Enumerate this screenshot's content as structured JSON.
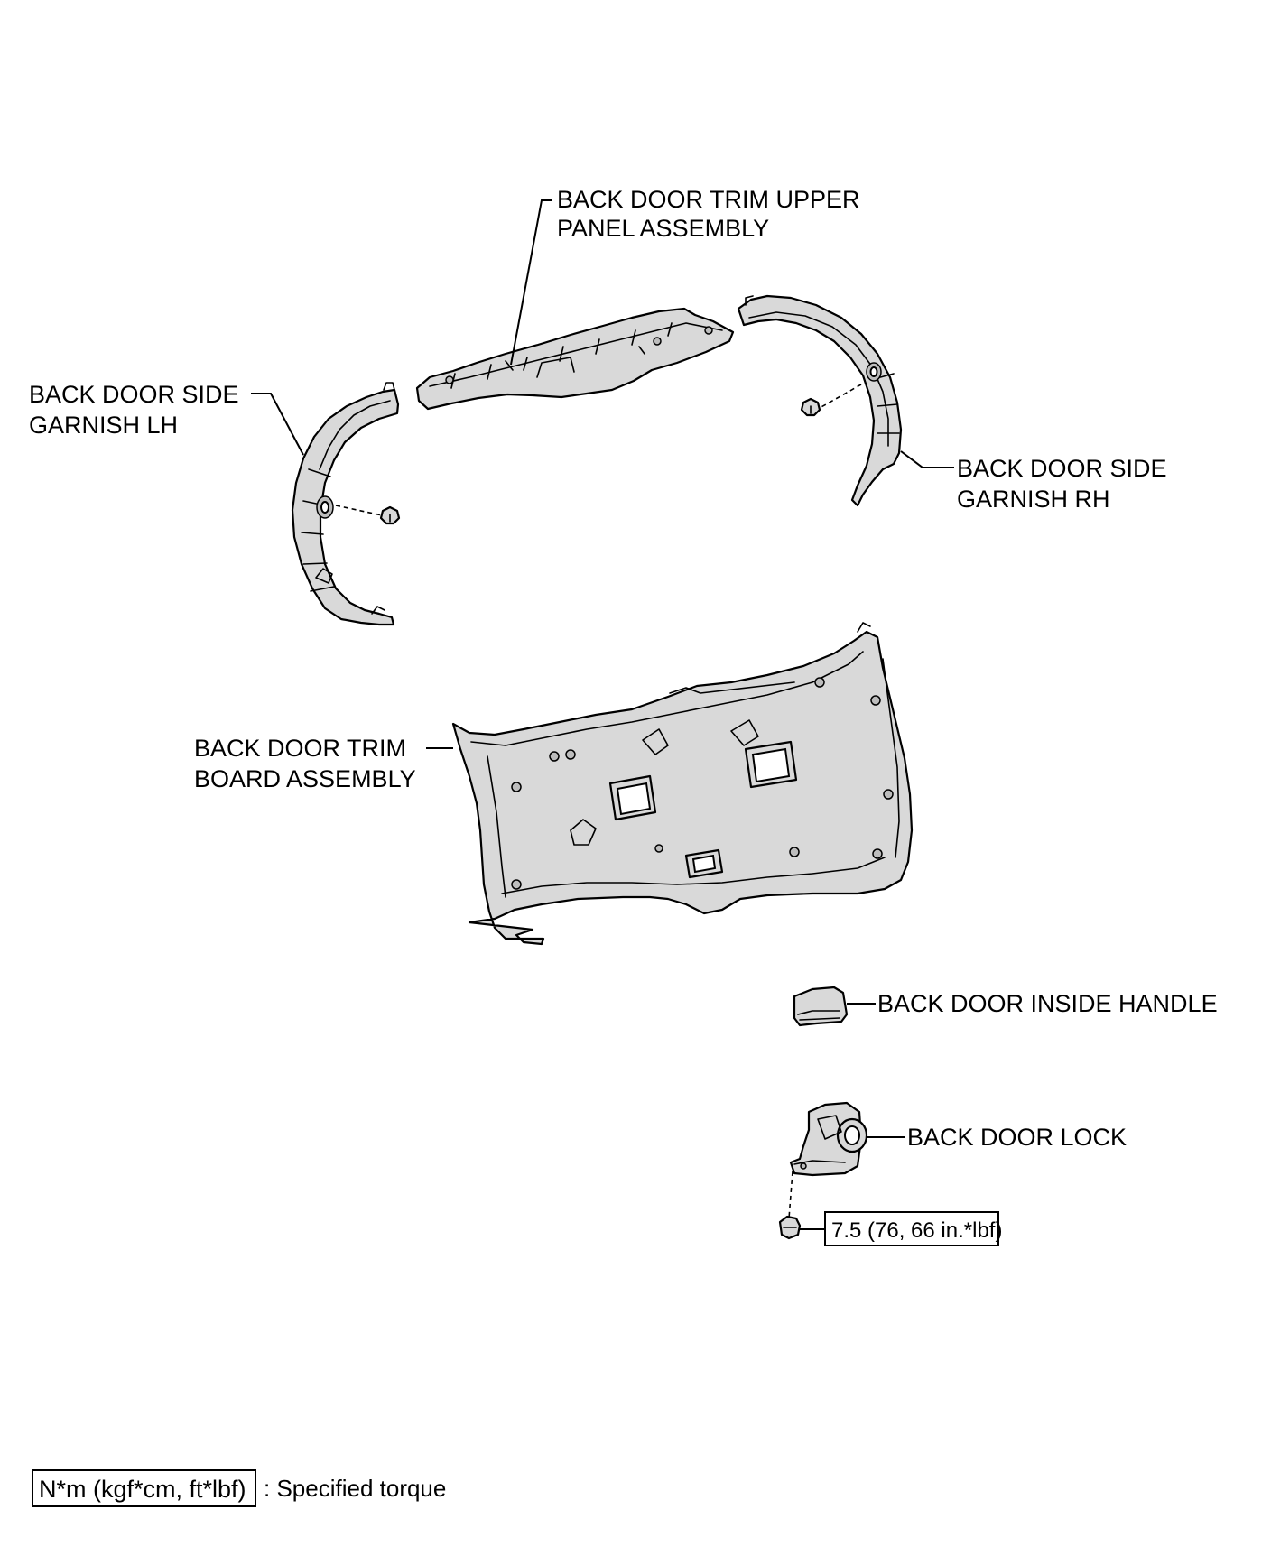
{
  "labels": {
    "upper_panel": [
      "BACK DOOR TRIM UPPER",
      "PANEL ASSEMBLY"
    ],
    "side_lh": [
      "BACK DOOR SIDE",
      "GARNISH LH"
    ],
    "side_rh": [
      "BACK DOOR SIDE",
      "GARNISH RH"
    ],
    "trim_board": [
      "BACK DOOR TRIM",
      "BOARD ASSEMBLY"
    ],
    "inside_handle": "BACK DOOR INSIDE HANDLE",
    "lock": "BACK DOOR LOCK"
  },
  "torque": {
    "lock_screw": "7.5 (76, 66 in.*lbf)"
  },
  "legend": {
    "unit_box": "N*m (kgf*cm, ft*lbf)",
    "description": ": Specified torque"
  }
}
